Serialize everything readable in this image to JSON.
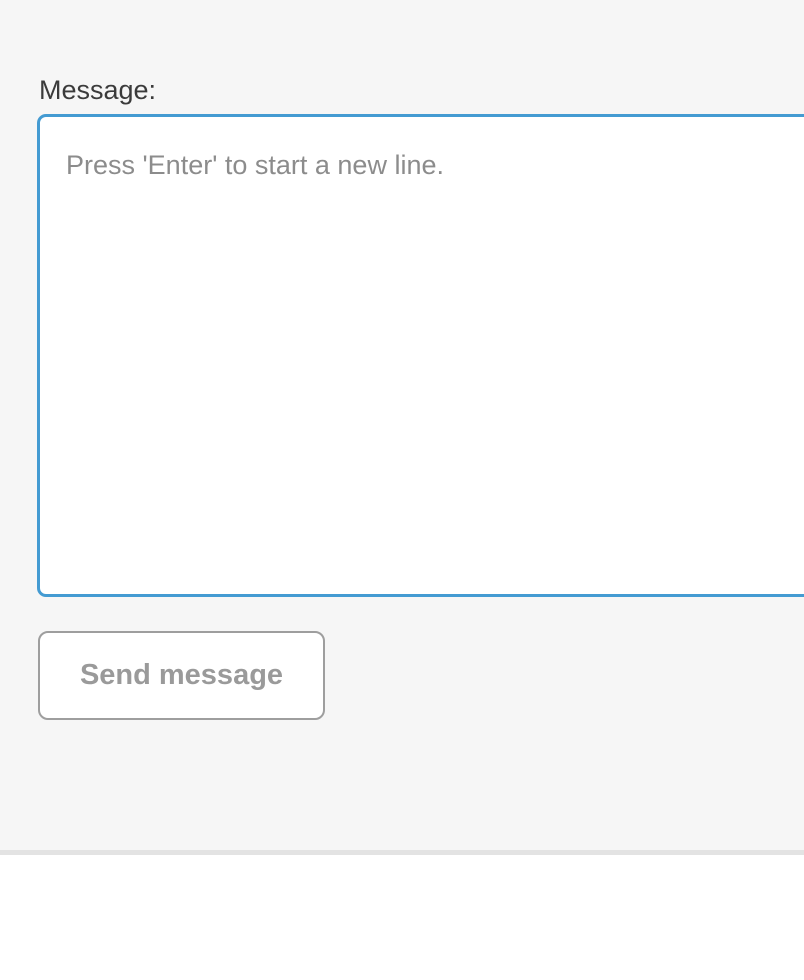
{
  "form": {
    "label": "Message:",
    "textarea": {
      "placeholder": "Press 'Enter' to start a new line.",
      "value": ""
    },
    "send_button_label": "Send message"
  },
  "colors": {
    "panel_background": "#f6f6f6",
    "lower_background": "#ffffff",
    "divider": "#e3e3e3",
    "textarea_background": "#ffffff",
    "textarea_focus_border": "#449bd2",
    "button_background": "#ffffff",
    "button_border": "#9e9e9e",
    "button_text": "#9a9a9a",
    "label_text": "#3b3b3b",
    "placeholder_text": "#8c8c8c"
  }
}
